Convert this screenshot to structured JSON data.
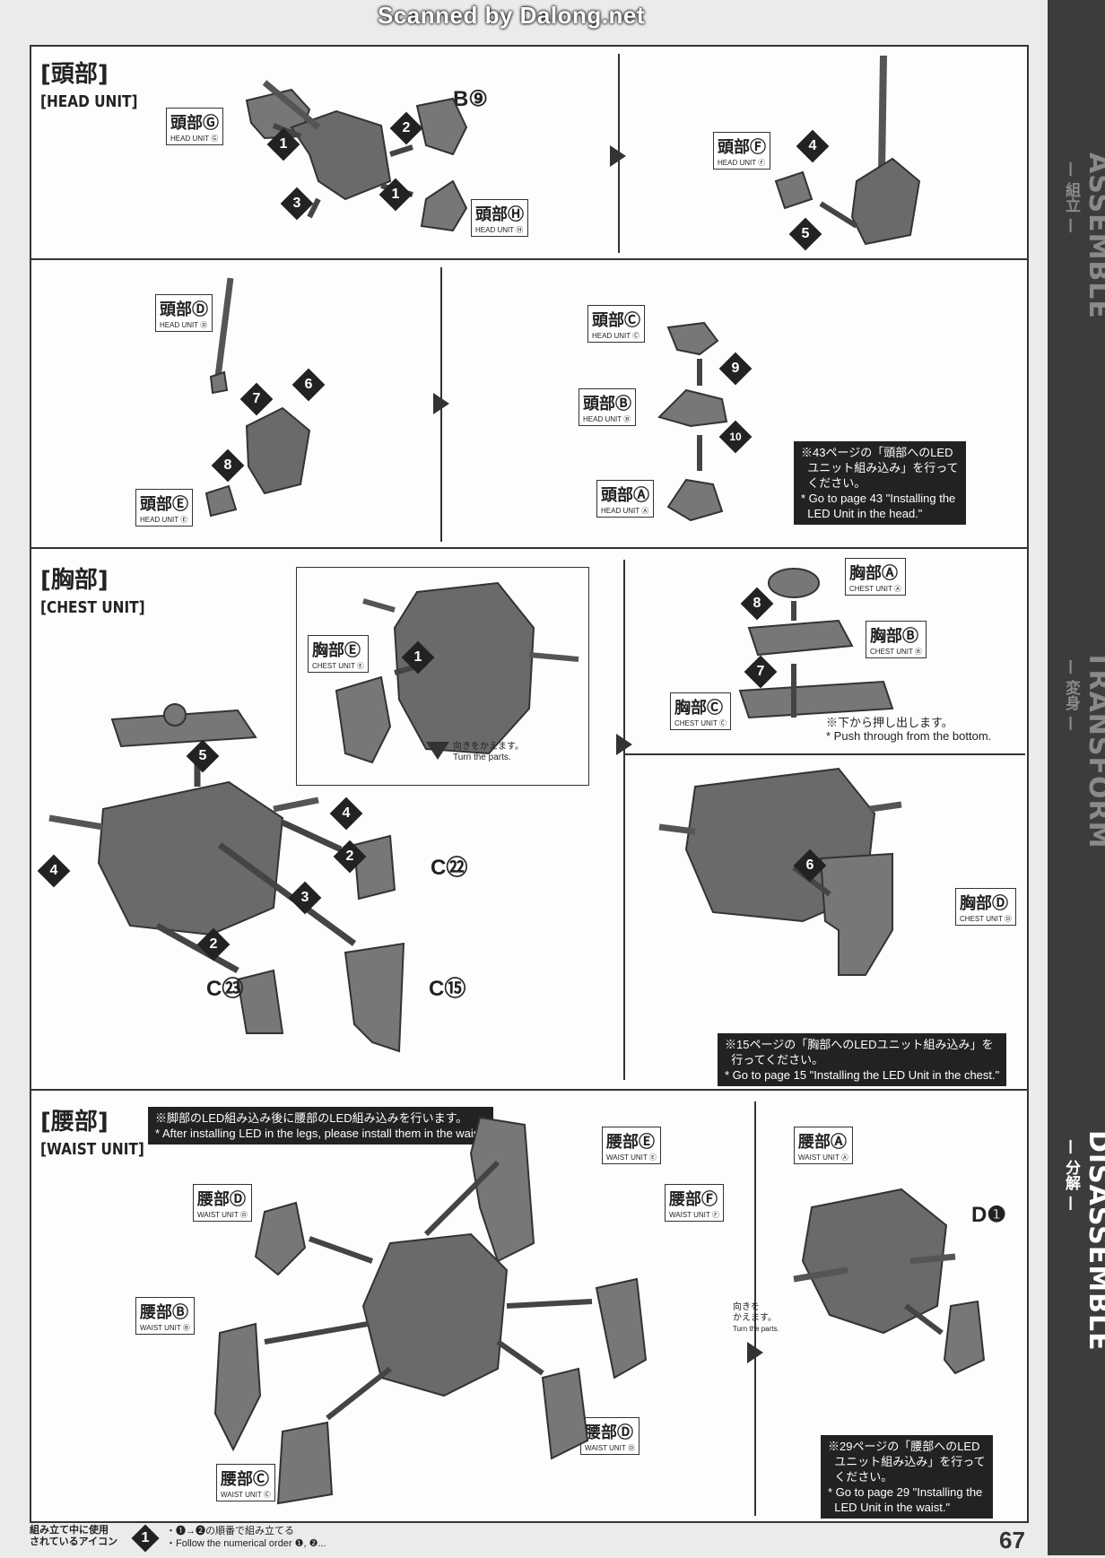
{
  "watermark": "Scanned by Dalong.net",
  "head_section": {
    "title_jp": "[頭部]",
    "title_en": "[HEAD UNIT]",
    "part_code": "B⑨",
    "labels": {
      "g": {
        "jp": "頭部Ⓖ",
        "en": "HEAD UNIT Ⓖ"
      },
      "h": {
        "jp": "頭部Ⓗ",
        "en": "HEAD UNIT Ⓗ"
      },
      "f": {
        "jp": "頭部Ⓕ",
        "en": "HEAD UNIT Ⓕ"
      },
      "d": {
        "jp": "頭部Ⓓ",
        "en": "HEAD UNIT Ⓓ"
      },
      "e": {
        "jp": "頭部Ⓔ",
        "en": "HEAD UNIT Ⓔ"
      },
      "c": {
        "jp": "頭部Ⓒ",
        "en": "HEAD UNIT Ⓒ"
      },
      "b": {
        "jp": "頭部Ⓑ",
        "en": "HEAD UNIT Ⓑ"
      },
      "a": {
        "jp": "頭部Ⓐ",
        "en": "HEAD UNIT Ⓐ"
      }
    },
    "note": [
      "※43ページの「頭部へのLED",
      "  ユニット組み込み」を行って",
      "  ください。",
      "* Go to page 43 \"Installing the",
      "  LED Unit in the head.\""
    ]
  },
  "chest_section": {
    "title_jp": "[胸部]",
    "title_en": "[CHEST UNIT]",
    "labels": {
      "e": {
        "jp": "胸部Ⓔ",
        "en": "CHEST UNIT Ⓔ"
      },
      "a": {
        "jp": "胸部Ⓐ",
        "en": "CHEST UNIT Ⓐ"
      },
      "b": {
        "jp": "胸部Ⓑ",
        "en": "CHEST UNIT Ⓑ"
      },
      "c": {
        "jp": "胸部Ⓒ",
        "en": "CHEST UNIT Ⓒ"
      },
      "d": {
        "jp": "胸部Ⓓ",
        "en": "CHEST UNIT Ⓓ"
      }
    },
    "part_codes": [
      "C㉒",
      "C㉓",
      "C⑮"
    ],
    "turn_jp": "向きをかえます。",
    "turn_en": "Turn the parts.",
    "push_jp": "※下から押し出します。",
    "push_en": "* Push through from the bottom.",
    "note": [
      "※15ページの「胸部へのLEDユニット組み込み」を",
      "  行ってください。",
      "* Go to page 15 \"Installing the LED Unit in the chest.\""
    ]
  },
  "waist_section": {
    "title_jp": "[腰部]",
    "title_en": "[WAIST UNIT]",
    "top_note": [
      "※脚部のLED組み込み後に腰部のLED組み込みを行います。",
      "* After installing LED in the legs, please install them in the waist."
    ],
    "labels": {
      "d": {
        "jp": "腰部Ⓓ",
        "en": "WAIST UNIT Ⓓ"
      },
      "b": {
        "jp": "腰部Ⓑ",
        "en": "WAIST UNIT Ⓑ"
      },
      "c": {
        "jp": "腰部Ⓒ",
        "en": "WAIST UNIT Ⓒ"
      },
      "e": {
        "jp": "腰部Ⓔ",
        "en": "WAIST UNIT Ⓔ"
      },
      "f": {
        "jp": "腰部Ⓕ",
        "en": "WAIST UNIT Ⓕ"
      },
      "a": {
        "jp": "腰部Ⓐ",
        "en": "WAIST UNIT Ⓐ"
      }
    },
    "part_code": "D❶",
    "turn_jp": "向きを\nかえます。",
    "turn_en": "Turn the parts.",
    "note": [
      "※29ページの「腰部へのLED",
      "  ユニット組み込み」を行って",
      "  ください。",
      "* Go to page 29 \"Installing the",
      "  LED Unit in the waist.\""
    ]
  },
  "steps": [
    "1",
    "2",
    "3",
    "4",
    "5",
    "6",
    "7",
    "8",
    "9",
    "10"
  ],
  "sidebar": {
    "assemble": {
      "en": "ASSEMBLE",
      "jp": "— 組立 —"
    },
    "transform": {
      "en": "TRANSFORM",
      "jp": "— 変身 —"
    },
    "disassemble": {
      "en": "DISASSEMBLE",
      "jp": "— 分解 —"
    }
  },
  "footer": {
    "icon_label": [
      "組み立て中に使用",
      "されているアイコン"
    ],
    "step_icon": "1",
    "desc_jp": "・❶→❷の順番で組み立てる",
    "desc_en": "・Follow the numerical order ❶, ❷..."
  },
  "page_number": "67"
}
